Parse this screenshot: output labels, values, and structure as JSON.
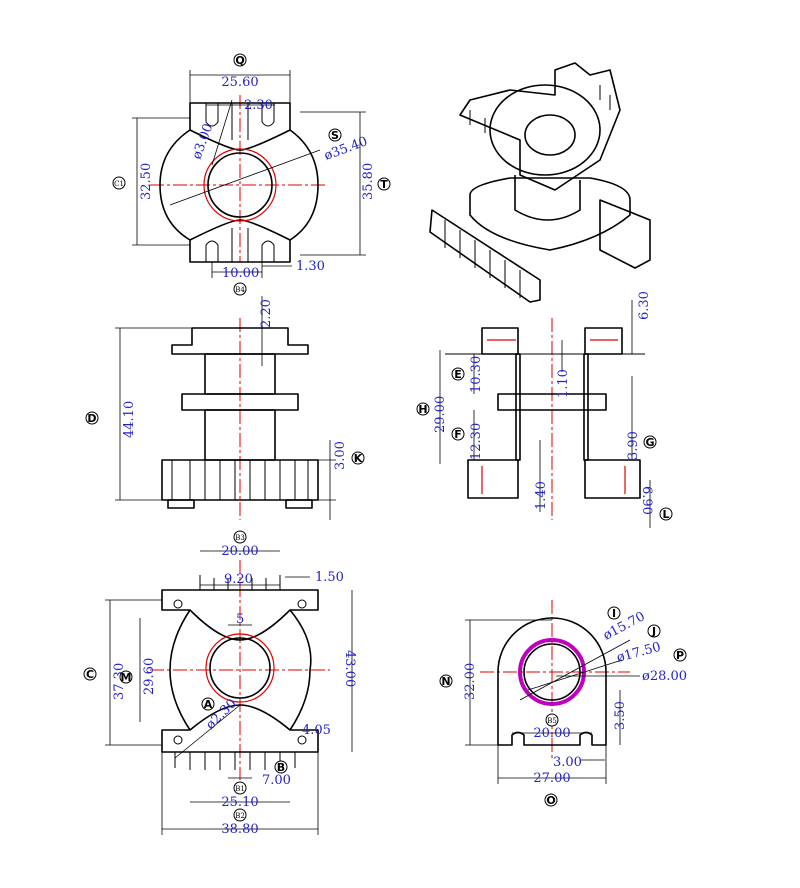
{
  "colors": {
    "dimension_text": "#2222cc",
    "center_line": "#e00000",
    "outline": "#000000",
    "core_hole": "#c000c0"
  },
  "top_view": {
    "letters": {
      "q": "Q",
      "s": "S",
      "t": "T",
      "c1": "C1",
      "b4": "B4"
    },
    "dims": {
      "width_top": "25.60",
      "slot_gap": "2.30",
      "hole_dia": "ø3.00",
      "outer_dia": "ø35.40",
      "height_inner": "32.50",
      "height_outer": "35.80",
      "pin_pitch": "10.00",
      "pin_gap": "1.30"
    }
  },
  "front_view": {
    "letters": {
      "d": "D",
      "k": "K",
      "b3": "B3"
    },
    "dims": {
      "total_height": "44.10",
      "flange_top": "2.20",
      "base_step": "3.00"
    }
  },
  "section_view": {
    "letters": {
      "e": "E",
      "h": "H",
      "f": "F",
      "g": "G",
      "l": "L"
    },
    "dims": {
      "top_flange": "6.30",
      "upper_gap": "10.30",
      "wall": "1.10",
      "winding_height": "29.00",
      "lower_gap": "12.30",
      "mid_flange": "3.90",
      "base_gap": "1.40",
      "pin_len": "6.90"
    }
  },
  "bottom_view": {
    "letters": {
      "c": "C",
      "m": "M",
      "a": "A",
      "b": "B",
      "b1": "B1",
      "b2": "B2"
    },
    "dims": {
      "span_top": "20.00",
      "slot_top": "9.20",
      "tab": "1.50",
      "slot_center": "5",
      "height_total": "37.30",
      "height_inner": "29.60",
      "height_right": "43.00",
      "pin_hole": "ø2.30",
      "edge": "4.05",
      "pin_pitch": "7.00",
      "pin_span": "25.10",
      "overall_width": "38.80"
    }
  },
  "end_view": {
    "letters": {
      "i": "I",
      "j": "J",
      "p": "P",
      "n": "N",
      "o": "O",
      "b5": "B5"
    },
    "dims": {
      "inner_dia": "ø15.70",
      "mid_dia": "ø17.50",
      "outer_dia": "ø28.00",
      "height": "32.00",
      "foot": "3.50",
      "slot_span": "20.00",
      "slot_width": "3.00",
      "base_width": "27.00"
    }
  }
}
